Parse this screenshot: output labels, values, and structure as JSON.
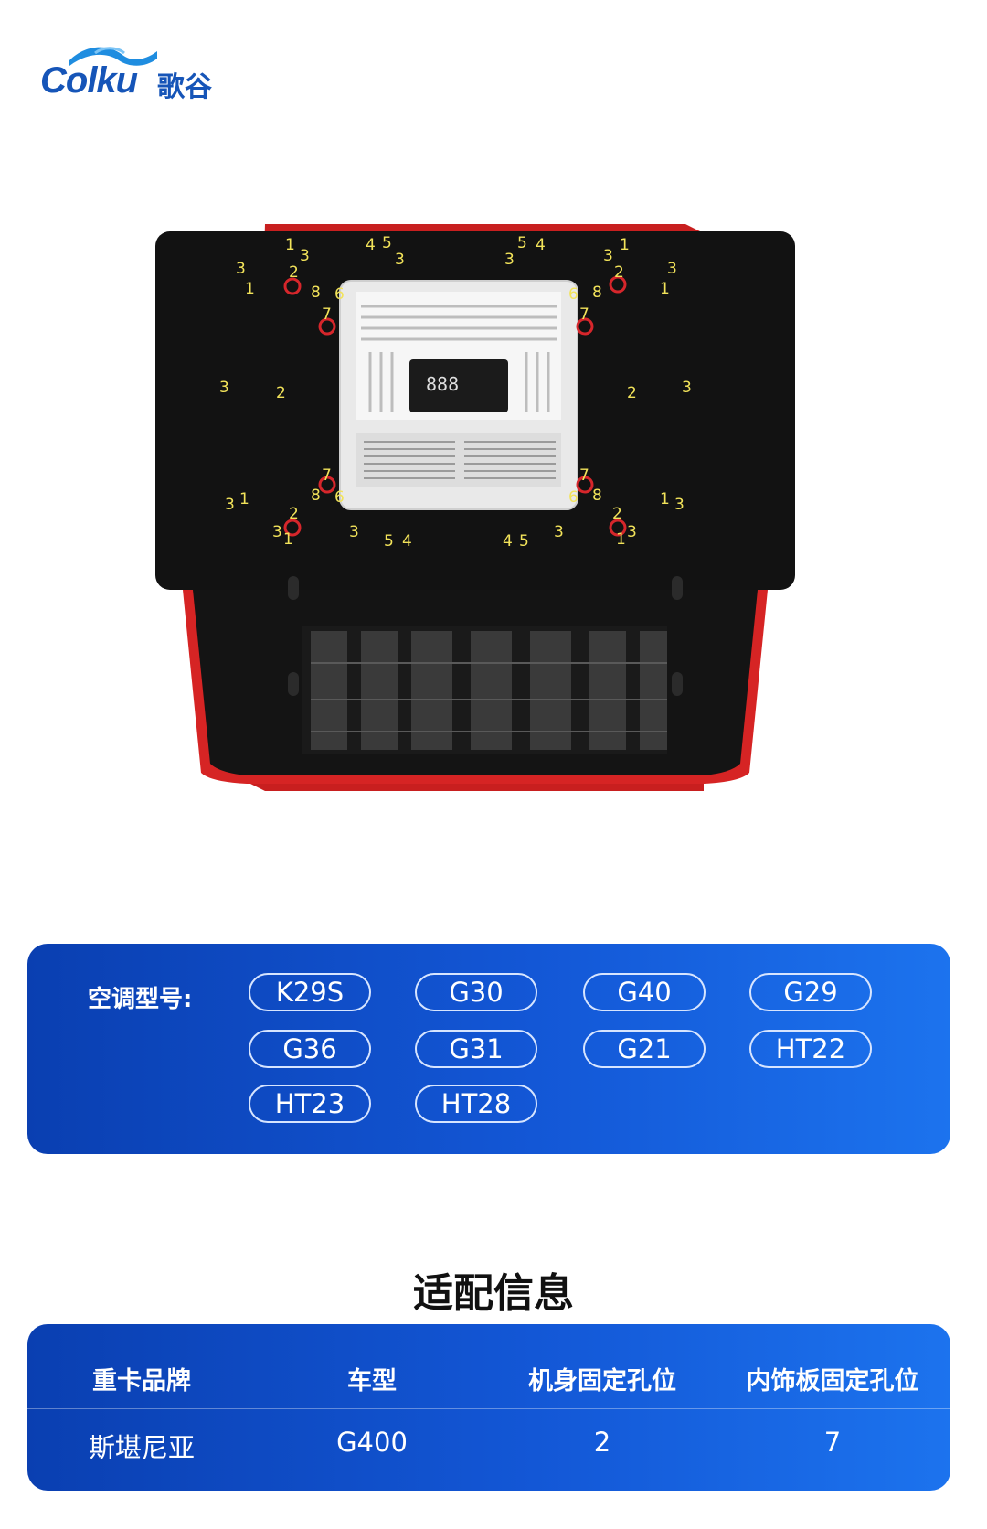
{
  "brand": {
    "logo_en": "Colku",
    "logo_cn": "歌谷"
  },
  "product_image": {
    "alt_icon": "air-conditioner-top-view",
    "callout_labels": [
      "1",
      "2",
      "3",
      "4",
      "5",
      "6",
      "7",
      "8"
    ]
  },
  "models": {
    "label": "空调型号:",
    "items": [
      "K29S",
      "G30",
      "G40",
      "G29",
      "G36",
      "G31",
      "G21",
      "HT22",
      "HT23",
      "HT28"
    ]
  },
  "fit": {
    "title": "适配信息",
    "headers": [
      "重卡品牌",
      "车型",
      "机身固定孔位",
      "内饰板固定孔位"
    ],
    "rows": [
      [
        "斯堪尼亚",
        "G400",
        "2",
        "7"
      ]
    ]
  },
  "colors": {
    "brand_blue": "#1655b8",
    "panel_start": "#0a3fb1",
    "panel_end": "#1c73ee",
    "callout_yellow": "#f2e35a",
    "hole_red": "#d6262b"
  }
}
